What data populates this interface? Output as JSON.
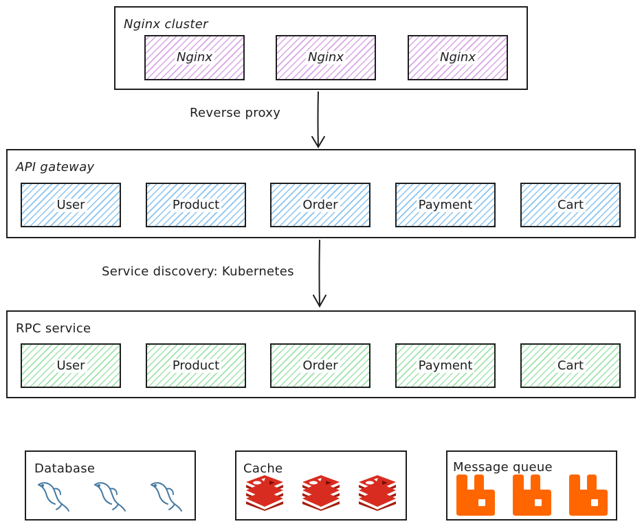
{
  "nginx": {
    "title": "Nginx cluster",
    "nodes": [
      "Nginx",
      "Nginx",
      "Nginx"
    ]
  },
  "edge1": {
    "label": "Reverse proxy"
  },
  "gateway": {
    "title": "API gateway",
    "services": [
      "User",
      "Product",
      "Order",
      "Payment",
      "Cart"
    ]
  },
  "edge2": {
    "label": "Service discovery: Kubernetes"
  },
  "rpc": {
    "title": "RPC service",
    "services": [
      "User",
      "Product",
      "Order",
      "Payment",
      "Cart"
    ]
  },
  "database": {
    "title": "Database",
    "icon": "mysql-dolphin-icon"
  },
  "cache": {
    "title": "Cache",
    "icon": "redis-icon"
  },
  "mq": {
    "title": "Message queue",
    "icon": "rabbitmq-icon"
  },
  "colors": {
    "nginx_fill": "#d8a3e6",
    "gateway_fill": "#87c2ef",
    "rpc_fill": "#9ce2a8",
    "redis": "#d82c20",
    "rabbitmq": "#ff6600",
    "mysql": "#4479a1"
  }
}
